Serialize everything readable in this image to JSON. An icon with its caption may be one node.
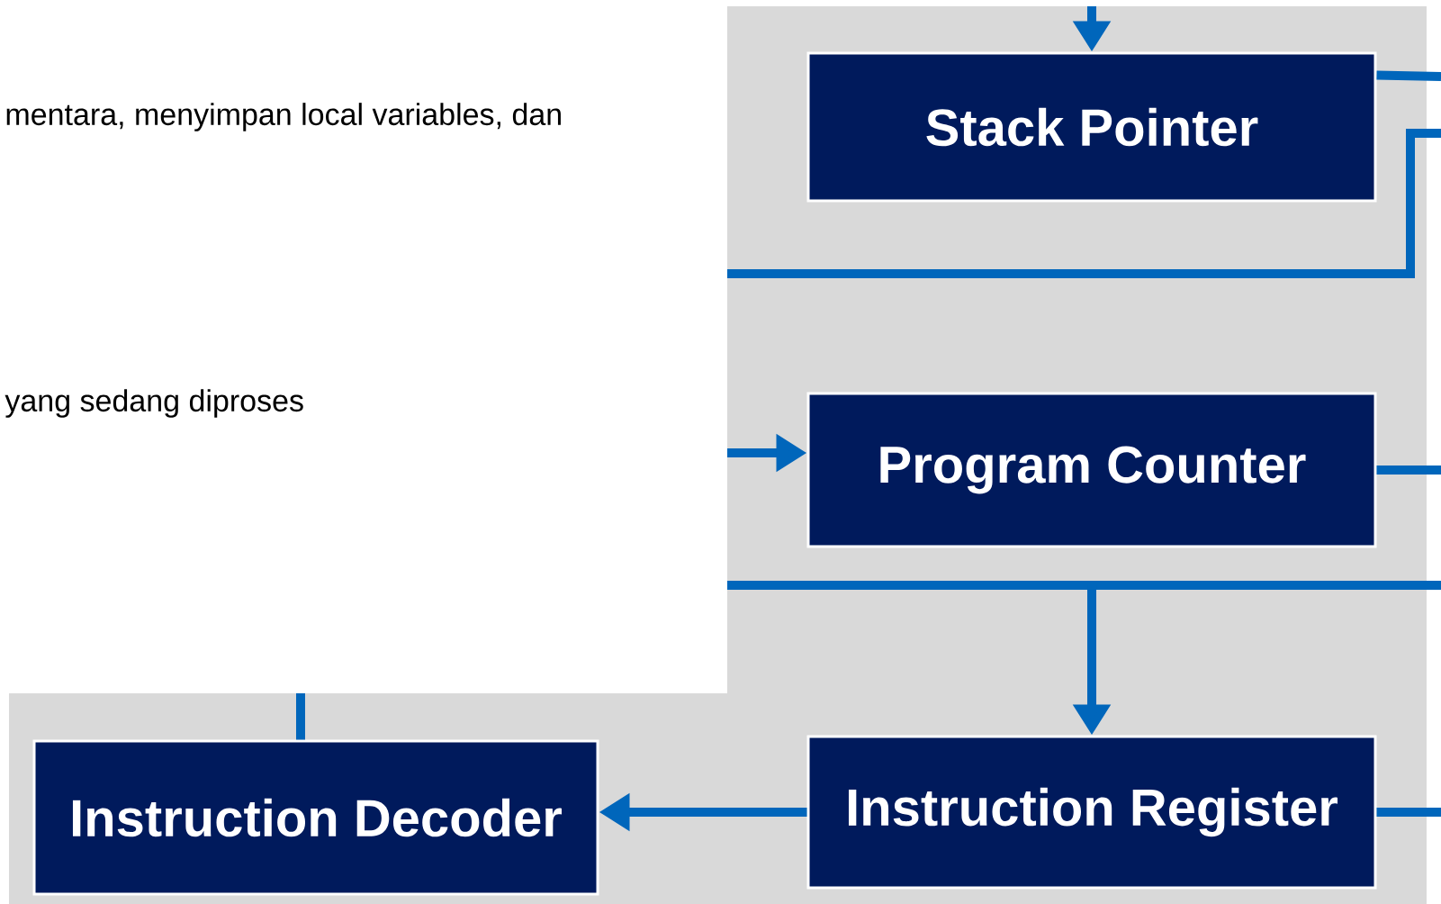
{
  "diagram": {
    "nodes": [
      {
        "text": [
          "Stack Pointer"
        ]
      },
      {
        "text": [
          "Program Counter"
        ]
      },
      {
        "text": [
          "Instruction Register"
        ]
      },
      {
        "text": [
          "Instruction Decoder"
        ]
      }
    ],
    "edges": [
      {
        "from": null,
        "to": 0,
        "arrow": "to"
      },
      {
        "from": 0,
        "to": null,
        "arrow": "none"
      },
      {
        "from": null,
        "to": 1,
        "arrow": "to"
      },
      {
        "from": 1,
        "to": null,
        "arrow": "none"
      },
      {
        "from": null,
        "to": 2,
        "arrow": "to"
      },
      {
        "from": 2,
        "to": 3,
        "arrow": "to"
      },
      {
        "from": 2,
        "to": null,
        "arrow": "none"
      },
      {
        "from": 3,
        "to": null,
        "arrow": "none"
      }
    ],
    "labels": [
      "mentara, menyimpan local variables, dan",
      "yang sedang diproses"
    ]
  }
}
